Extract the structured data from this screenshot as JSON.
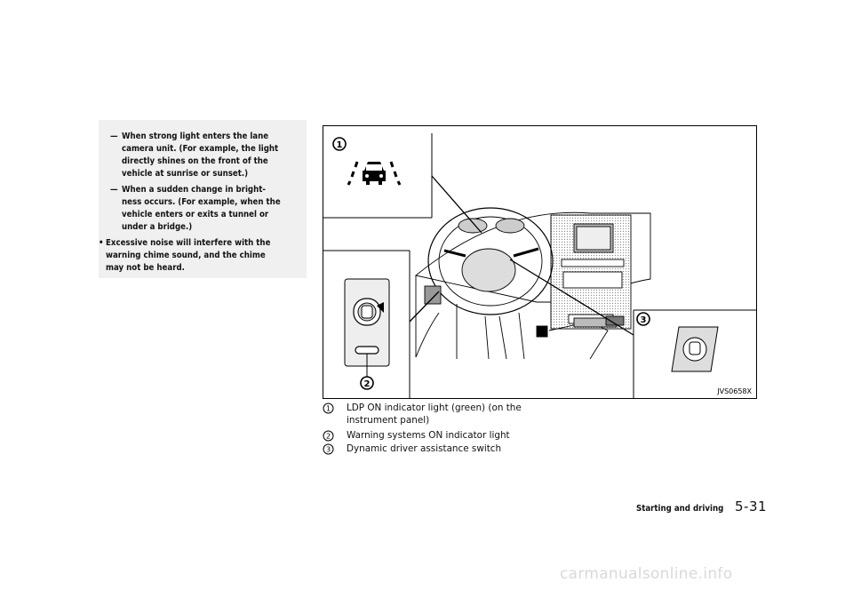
{
  "left_column": {
    "dash_items": [
      {
        "marker": "—",
        "lines": [
          "When strong light enters the lane",
          "camera unit. (For example, the light",
          "directly shines on the front of the",
          "vehicle at sunrise or sunset.)"
        ]
      },
      {
        "marker": "—",
        "lines": [
          "When a sudden change in bright-",
          "ness occurs. (For example, when the",
          "vehicle enters or exits a tunnel or",
          "under a bridge.)"
        ]
      }
    ],
    "bullet_item": {
      "marker": "•",
      "lines": [
        "Excessive noise will interfere with the",
        "warning chime sound, and the chime",
        "may not be heard."
      ]
    }
  },
  "figure": {
    "callout_1": "1",
    "callout_2": "2",
    "callout_3": "3",
    "figure_code": "JVS0658X"
  },
  "captions": [
    {
      "num": "1",
      "lines": [
        "LDP ON indicator light (green) (on the",
        "instrument panel)"
      ]
    },
    {
      "num": "2",
      "lines": [
        "Warning systems ON indicator light"
      ]
    },
    {
      "num": "3",
      "lines": [
        "Dynamic driver assistance switch"
      ]
    }
  ],
  "footer": {
    "section": "Starting and driving",
    "page": "5-31"
  },
  "watermark": "carmanualsonline.info"
}
